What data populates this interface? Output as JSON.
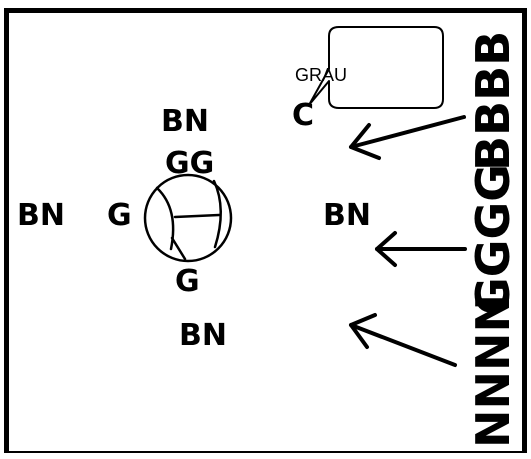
{
  "labels": {
    "grau": "GRAU",
    "c": "C",
    "bn_top": "BN",
    "gg": "GG",
    "bn_left": "BN",
    "g_left": "G",
    "bn_right": "BN",
    "g_bottom": "G",
    "bn_bottom": "BN"
  },
  "vertical_text": {
    "top": "BBBB",
    "middle": "GGGG",
    "bottom": "NNNN"
  },
  "colors": {
    "ink": "#000000",
    "paper": "#ffffff"
  }
}
